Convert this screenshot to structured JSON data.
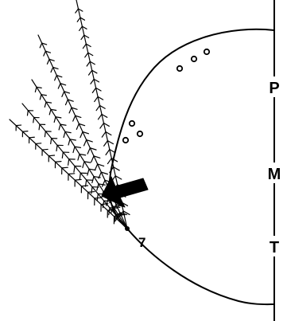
{
  "diagram": {
    "axis_labels": [
      "P",
      "M",
      "T"
    ],
    "point_label": "7",
    "stroke_color": "#000000",
    "background_color": "#ffffff"
  }
}
